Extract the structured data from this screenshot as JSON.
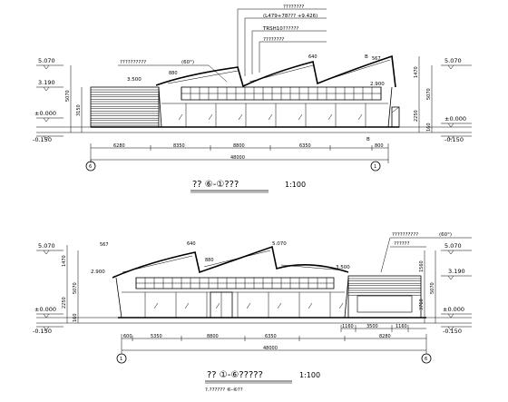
{
  "elevation_top": {
    "title": "?? ⑥-①???",
    "scale": "1:100",
    "callouts": [
      "????????",
      "(L479+78??? +9.426)",
      "TRSH10??????",
      "????????",
      "??????????"
    ],
    "callout_left": "??????????",
    "callout_left_note": "(60°)",
    "levels_left": [
      "5.070",
      "3.190",
      "±0.000",
      "-0.150"
    ],
    "levels_right": [
      "5.070",
      "±0.000",
      "-0.150"
    ],
    "level_mid_left": "3.500",
    "level_mid_right": "2.900",
    "side_dims_left": [
      "5070",
      "3150"
    ],
    "side_dims_right": [
      "1470",
      "5070",
      "2250",
      "160"
    ],
    "top_dims": [
      "880",
      "640",
      "567"
    ],
    "bottom_dims": [
      "6280",
      "8350",
      "8800",
      "6350",
      "800"
    ],
    "total_dim": "48000",
    "axis_left": "6",
    "axis_right": "1",
    "section_mark": "B"
  },
  "elevation_bottom": {
    "title": "?? ①-⑥?????",
    "subtitle": "?.?????? ⑥-⑥??",
    "scale": "1:100",
    "callout_right": "??????????",
    "callout_right_note": "(60°)",
    "callout_right_2": "??????",
    "levels_left": [
      "5.070",
      "±0.000",
      "-0.150"
    ],
    "levels_right": [
      "5.070",
      "3.190",
      "±0.000",
      "-0.150"
    ],
    "level_mid_left": "2.900",
    "level_mid_right": "3.500",
    "level_top_mid": "5.070",
    "side_dims_left": [
      "1470",
      "5070",
      "2250",
      "160"
    ],
    "side_dims_right": [
      "1560",
      "5070",
      "3760"
    ],
    "top_dims": [
      "567",
      "640",
      "880"
    ],
    "bottom_dims": [
      "600",
      "5350",
      "8800",
      "6350",
      "8280",
      "1160",
      "3500",
      "1160"
    ],
    "total_dim": "48000",
    "axis_left": "1",
    "axis_right": "6"
  }
}
